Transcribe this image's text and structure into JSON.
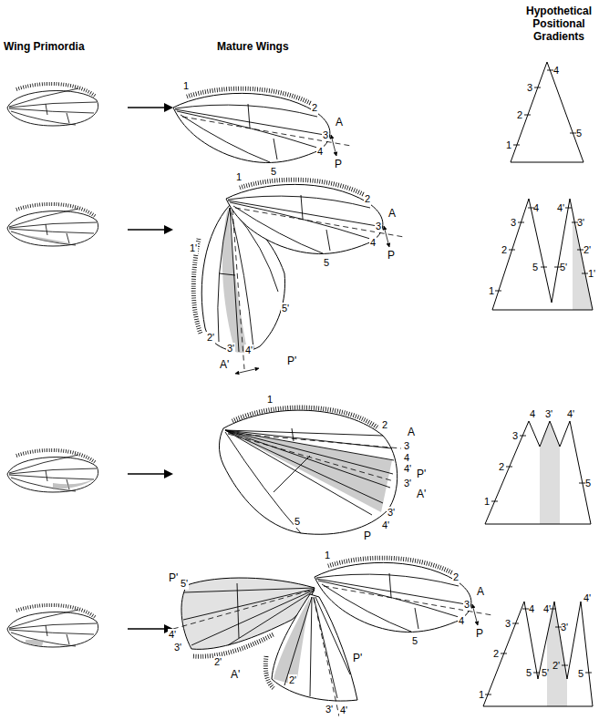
{
  "diagram": {
    "labels": [
      "Wing Primordia",
      "Mature Wings",
      "Hypothetical Positional Gradients",
      "1",
      "2",
      "3",
      "A",
      "4",
      "P",
      "5",
      "3",
      "4",
      "2",
      "5",
      "1",
      "1",
      "2",
      "3",
      "A",
      "4",
      "P",
      "5",
      "1'",
      "5'",
      "2'",
      "3'",
      "4'",
      "A'",
      "P'",
      "3",
      "4",
      "2",
      "5",
      "1",
      "4'",
      "5'",
      "3'",
      "2'",
      "1'",
      "1",
      "2",
      "A",
      "3",
      "4",
      "4'",
      "P'",
      "3'",
      "A'",
      "3'",
      "4'",
      "P",
      "5",
      "3",
      "4",
      "3'",
      "4'",
      "2",
      "5",
      "1",
      "1",
      "2",
      "3",
      "A",
      "4",
      "P",
      "5",
      "P'",
      "5'",
      "4'",
      "3'",
      "2'",
      "A'",
      "2'",
      "P'",
      "3'",
      "4'",
      "3",
      "4",
      "4'",
      "3'",
      "4'",
      "2",
      "5",
      "5'",
      "2'",
      "5",
      "1"
    ]
  }
}
